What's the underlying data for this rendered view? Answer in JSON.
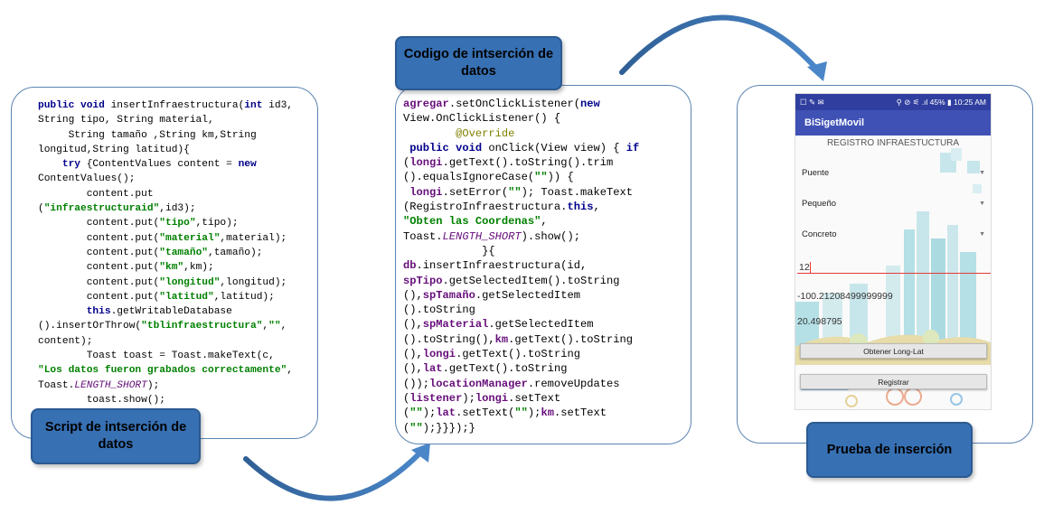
{
  "left": {
    "label": "Script de intserción de datos",
    "code_lines": [
      [
        [
          "kw",
          "public void "
        ],
        [
          "",
          "insertInfraestructura("
        ],
        [
          "kw",
          "int "
        ],
        [
          "",
          "id3,"
        ]
      ],
      [
        [
          "",
          "String tipo, String material,"
        ]
      ],
      [
        [
          "",
          "     String tamaño ,String km,String"
        ]
      ],
      [
        [
          "",
          "longitud,String latitud){"
        ]
      ],
      [
        [
          "",
          "    "
        ],
        [
          "kw",
          "try "
        ],
        [
          "",
          "{ContentValues content = "
        ],
        [
          "kw",
          "new"
        ]
      ],
      [
        [
          "",
          "ContentValues();"
        ]
      ],
      [
        [
          "",
          "        content.put"
        ]
      ],
      [
        [
          "",
          "("
        ],
        [
          "str",
          "\"infraestructuraid\""
        ],
        [
          "",
          ",id3);"
        ]
      ],
      [
        [
          "",
          "        content.put("
        ],
        [
          "str",
          "\"tipo\""
        ],
        [
          "",
          ",tipo);"
        ]
      ],
      [
        [
          "",
          "        content.put("
        ],
        [
          "str",
          "\"material\""
        ],
        [
          "",
          ",material);"
        ]
      ],
      [
        [
          "",
          "        content.put("
        ],
        [
          "str",
          "\"tamaño\""
        ],
        [
          "",
          ",tamaño);"
        ]
      ],
      [
        [
          "",
          "        content.put("
        ],
        [
          "str",
          "\"km\""
        ],
        [
          "",
          ",km);"
        ]
      ],
      [
        [
          "",
          "        content.put("
        ],
        [
          "str",
          "\"longitud\""
        ],
        [
          "",
          ",longitud);"
        ]
      ],
      [
        [
          "",
          "        content.put("
        ],
        [
          "str",
          "\"latitud\""
        ],
        [
          "",
          ",latitud);"
        ]
      ],
      [
        [
          "",
          "        "
        ],
        [
          "kw",
          "this"
        ],
        [
          "",
          ".getWritableDatabase"
        ]
      ],
      [
        [
          "",
          "().insertOrThrow("
        ],
        [
          "str",
          "\"tblinfraestructura\""
        ],
        [
          "",
          ","
        ],
        [
          "str",
          "\"\""
        ],
        [
          "",
          ","
        ]
      ],
      [
        [
          "",
          "content);"
        ]
      ],
      [
        [
          "",
          "        Toast toast = Toast.makeText(c,"
        ]
      ],
      [
        [
          "str",
          "\"Los datos fueron grabados correctamente\""
        ],
        [
          "",
          ","
        ]
      ],
      [
        [
          "",
          "Toast."
        ],
        [
          "it",
          "LENGTH_SHORT"
        ],
        [
          "",
          ");"
        ]
      ],
      [
        [
          "",
          "        toast.show();"
        ]
      ]
    ]
  },
  "middle": {
    "label": "Codigo de intserción de datos",
    "code_lines": [
      [
        [
          "pur",
          "agregar"
        ],
        [
          "",
          ".setOnClickListener("
        ],
        [
          "kw",
          "new"
        ]
      ],
      [
        [
          "",
          "View.OnClickListener() {"
        ]
      ],
      [
        [
          "",
          "        "
        ],
        [
          "ann",
          "@Override"
        ]
      ],
      [
        [
          "",
          " "
        ],
        [
          "kw",
          "public void "
        ],
        [
          "",
          "onClick(View view) { "
        ],
        [
          "kw",
          "if"
        ]
      ],
      [
        [
          "",
          "("
        ],
        [
          "pur",
          "longi"
        ],
        [
          "",
          ".getText().toString().trim"
        ]
      ],
      [
        [
          "",
          "().equalsIgnoreCase("
        ],
        [
          "str",
          "\"\""
        ],
        [
          "",
          ")) {"
        ]
      ],
      [
        [
          "",
          " "
        ],
        [
          "pur",
          "longi"
        ],
        [
          "",
          ".setError("
        ],
        [
          "str",
          "\"\""
        ],
        [
          "",
          "); Toast.makeText"
        ]
      ],
      [
        [
          "",
          "(RegistroInfraestructura."
        ],
        [
          "kw",
          "this"
        ],
        [
          "",
          ","
        ]
      ],
      [
        [
          "str",
          "\"Obten las Coordenas\""
        ],
        [
          "",
          ","
        ]
      ],
      [
        [
          "",
          "Toast."
        ],
        [
          "it",
          "LENGTH_SHORT"
        ],
        [
          "",
          ").show();"
        ]
      ],
      [
        [
          "",
          "            }{"
        ]
      ],
      [
        [
          "pur",
          "db"
        ],
        [
          "",
          ".insertInfraestructura(id,"
        ]
      ],
      [
        [
          "pur",
          "spTipo"
        ],
        [
          "",
          ".getSelectedItem().toString"
        ]
      ],
      [
        [
          "",
          "(),"
        ],
        [
          "pur",
          "spTamaño"
        ],
        [
          "",
          ".getSelectedItem"
        ]
      ],
      [
        [
          "",
          "().toString"
        ]
      ],
      [
        [
          "",
          "(),"
        ],
        [
          "pur",
          "spMaterial"
        ],
        [
          "",
          ".getSelectedItem"
        ]
      ],
      [
        [
          "",
          "().toString(),"
        ],
        [
          "pur",
          "km"
        ],
        [
          "",
          ".getText().toString"
        ]
      ],
      [
        [
          "",
          "(),"
        ],
        [
          "pur",
          "longi"
        ],
        [
          "",
          ".getText().toString"
        ]
      ],
      [
        [
          "",
          "(),"
        ],
        [
          "pur",
          "lat"
        ],
        [
          "",
          ".getText().toString"
        ]
      ],
      [
        [
          "",
          "());"
        ],
        [
          "pur",
          "locationManager"
        ],
        [
          "",
          ".removeUpdates"
        ]
      ],
      [
        [
          "",
          "("
        ],
        [
          "pur",
          "listener"
        ],
        [
          "",
          ");"
        ],
        [
          "pur",
          "longi"
        ],
        [
          "",
          ".setText"
        ]
      ],
      [
        [
          "",
          "("
        ],
        [
          "str",
          "\"\""
        ],
        [
          "",
          ");"
        ],
        [
          "pur",
          "lat"
        ],
        [
          "",
          ".setText("
        ],
        [
          "str",
          "\"\""
        ],
        [
          "",
          ");"
        ],
        [
          "pur",
          "km"
        ],
        [
          "",
          ".setText"
        ]
      ],
      [
        [
          "",
          "("
        ],
        [
          "str",
          "\"\""
        ],
        [
          "",
          ");}}});}"
        ]
      ]
    ]
  },
  "right": {
    "label": "Prueba de inserción",
    "phone": {
      "status_left": "☐ ✎ ✉",
      "status_right": "⚲ ⊘ ⚟ .ıl 45% ▮ 10:25 AM",
      "app_title": "BiSigetMovil",
      "form_title": "REGISTRO INFRAESTUCTURA",
      "spinner_tipo": "Puente",
      "spinner_tamano": "Pequeño",
      "spinner_material": "Concreto",
      "km_value": "12",
      "longitud_value": "-100.21208499999999",
      "latitud_value": "20.498795",
      "btn_obtener": "Obtener Long-Lat",
      "btn_registrar": "Registrar"
    }
  }
}
